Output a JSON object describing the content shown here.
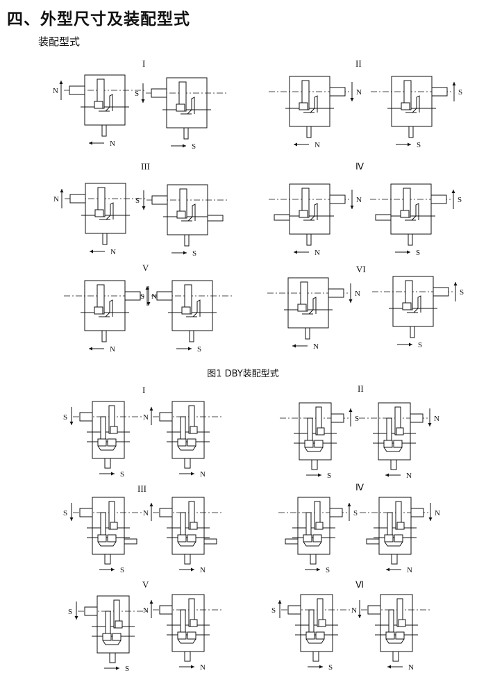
{
  "header": {
    "title": "四、外型尺寸及装配型式",
    "subtitle": "装配型式"
  },
  "figure1": {
    "caption": "图1  DBY装配型式",
    "groups": [
      {
        "label": "I",
        "views": [
          {
            "side": "N",
            "bottom": "N"
          },
          {
            "side": "S",
            "bottom": "S"
          }
        ]
      },
      {
        "label": "II",
        "views": [
          {
            "side": "N",
            "bottom": "N"
          },
          {
            "side": "S",
            "bottom": "S"
          }
        ]
      },
      {
        "label": "III",
        "views": [
          {
            "side": "N",
            "bottom": "N"
          },
          {
            "side": "S",
            "bottom": "S"
          }
        ]
      },
      {
        "label": "Ⅳ",
        "views": [
          {
            "side": "N",
            "bottom": "N"
          },
          {
            "side": "S",
            "bottom": "S"
          }
        ]
      },
      {
        "label": "V",
        "views": [
          {
            "side": "N",
            "bottom": "N"
          },
          {
            "side": "S",
            "bottom": "S"
          }
        ]
      },
      {
        "label": "VI",
        "views": [
          {
            "side": "N",
            "bottom": "N"
          },
          {
            "side": "S",
            "bottom": "S"
          }
        ]
      }
    ]
  },
  "figure2": {
    "groups": [
      {
        "label": "I",
        "views": [
          {
            "side": "S",
            "bottom": "S"
          },
          {
            "side": "N",
            "bottom": "N"
          }
        ]
      },
      {
        "label": "II",
        "views": [
          {
            "side": "S",
            "bottom": "S"
          },
          {
            "side": "N",
            "bottom": "N"
          }
        ]
      },
      {
        "label": "III",
        "views": [
          {
            "side": "S",
            "bottom": "S"
          },
          {
            "side": "N",
            "bottom": "N"
          }
        ]
      },
      {
        "label": "Ⅳ",
        "views": [
          {
            "side": "S",
            "bottom": "S"
          },
          {
            "side": "N",
            "bottom": "N"
          }
        ]
      },
      {
        "label": "V",
        "views": [
          {
            "side": "S",
            "bottom": "S"
          },
          {
            "side": "N",
            "bottom": "N"
          }
        ]
      },
      {
        "label": "Ⅵ",
        "views": [
          {
            "side": "S",
            "bottom": "S"
          },
          {
            "side": "N",
            "bottom": "N"
          }
        ]
      }
    ]
  }
}
